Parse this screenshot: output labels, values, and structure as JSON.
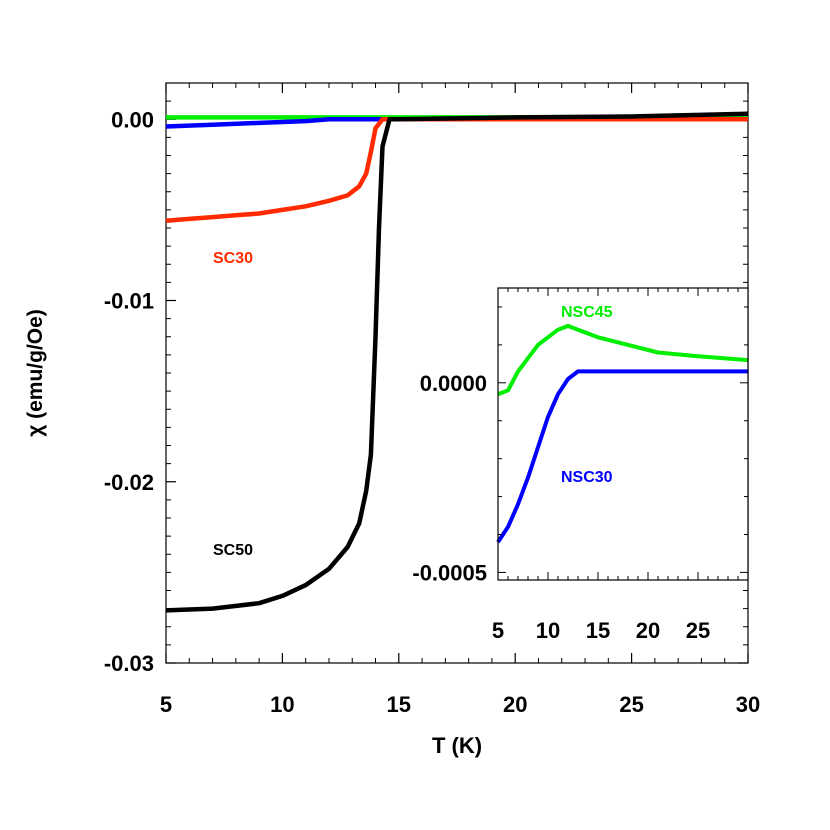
{
  "chart_data": [
    {
      "type": "line",
      "xlabel": "T (K)",
      "ylabel": "χ (emu/g/Oe)",
      "xlim": [
        5,
        30
      ],
      "ylim": [
        -0.03,
        0.002
      ],
      "x_ticks": [
        "5",
        "10",
        "15",
        "20",
        "25",
        "30"
      ],
      "y_ticks": [
        "0.00",
        "-0.01",
        "-0.02",
        "-0.03"
      ],
      "series": [
        {
          "name": "SC50",
          "color": "#000000",
          "points": [
            [
              5,
              -0.0271
            ],
            [
              7,
              -0.027
            ],
            [
              9,
              -0.0267
            ],
            [
              10,
              -0.0263
            ],
            [
              11,
              -0.0257
            ],
            [
              12,
              -0.0248
            ],
            [
              12.8,
              -0.0236
            ],
            [
              13.3,
              -0.0223
            ],
            [
              13.6,
              -0.0205
            ],
            [
              13.8,
              -0.0185
            ],
            [
              14.0,
              -0.012
            ],
            [
              14.15,
              -0.006
            ],
            [
              14.3,
              -0.0015
            ],
            [
              14.6,
              0.0
            ],
            [
              15,
              0.0
            ],
            [
              20,
              0.0001
            ],
            [
              25,
              0.00015
            ],
            [
              30,
              0.0003
            ]
          ]
        },
        {
          "name": "SC30",
          "color": "#ff2a00",
          "points": [
            [
              5,
              -0.0056
            ],
            [
              6,
              -0.0055
            ],
            [
              7,
              -0.0054
            ],
            [
              8,
              -0.0053
            ],
            [
              9,
              -0.0052
            ],
            [
              10,
              -0.005
            ],
            [
              11,
              -0.0048
            ],
            [
              12,
              -0.0045
            ],
            [
              12.8,
              -0.0042
            ],
            [
              13.3,
              -0.0037
            ],
            [
              13.6,
              -0.003
            ],
            [
              13.8,
              -0.0018
            ],
            [
              14.0,
              -0.0005
            ],
            [
              14.3,
              0.0
            ],
            [
              15,
              0.0
            ],
            [
              30,
              0.0
            ]
          ]
        },
        {
          "name": "NSC30",
          "color": "#0000ff",
          "points": [
            [
              5,
              -0.0004
            ],
            [
              7,
              -0.0003
            ],
            [
              9,
              -0.0002
            ],
            [
              11,
              -0.0001
            ],
            [
              12,
              0.0
            ],
            [
              14,
              0.0
            ],
            [
              30,
              0.0
            ]
          ]
        },
        {
          "name": "NSC45",
          "color": "#00ee00",
          "points": [
            [
              5,
              0.0001
            ],
            [
              10,
              0.0001
            ],
            [
              14,
              0.0001
            ],
            [
              20,
              0.0001
            ],
            [
              30,
              0.0001
            ]
          ]
        }
      ]
    },
    {
      "type": "line",
      "xlim": [
        5,
        30
      ],
      "ylim": [
        -0.00052,
        0.00025
      ],
      "x_ticks": [
        "5",
        "10",
        "15",
        "20",
        "25"
      ],
      "y_ticks": [
        "0.0000",
        "-0.0005"
      ],
      "series": [
        {
          "name": "NSC45",
          "color": "#00ee00",
          "points": [
            [
              5,
              -3e-05
            ],
            [
              6,
              -2e-05
            ],
            [
              7,
              3e-05
            ],
            [
              9,
              0.0001
            ],
            [
              11,
              0.00014
            ],
            [
              12,
              0.00015
            ],
            [
              13,
              0.00014
            ],
            [
              15,
              0.00012
            ],
            [
              18,
              0.0001
            ],
            [
              21,
              8e-05
            ],
            [
              25,
              7e-05
            ],
            [
              30,
              6e-05
            ]
          ]
        },
        {
          "name": "NSC30",
          "color": "#0000ff",
          "points": [
            [
              5,
              -0.00042
            ],
            [
              6,
              -0.00038
            ],
            [
              7,
              -0.00032
            ],
            [
              8,
              -0.00025
            ],
            [
              9,
              -0.00017
            ],
            [
              10,
              -9e-05
            ],
            [
              11,
              -3e-05
            ],
            [
              12,
              1e-05
            ],
            [
              13,
              3e-05
            ],
            [
              15,
              3e-05
            ],
            [
              20,
              3e-05
            ],
            [
              30,
              3e-05
            ]
          ]
        }
      ]
    }
  ],
  "labels": {
    "sc30": "SC30",
    "sc50": "SC50",
    "nsc45": "NSC45",
    "nsc30": "NSC30"
  }
}
